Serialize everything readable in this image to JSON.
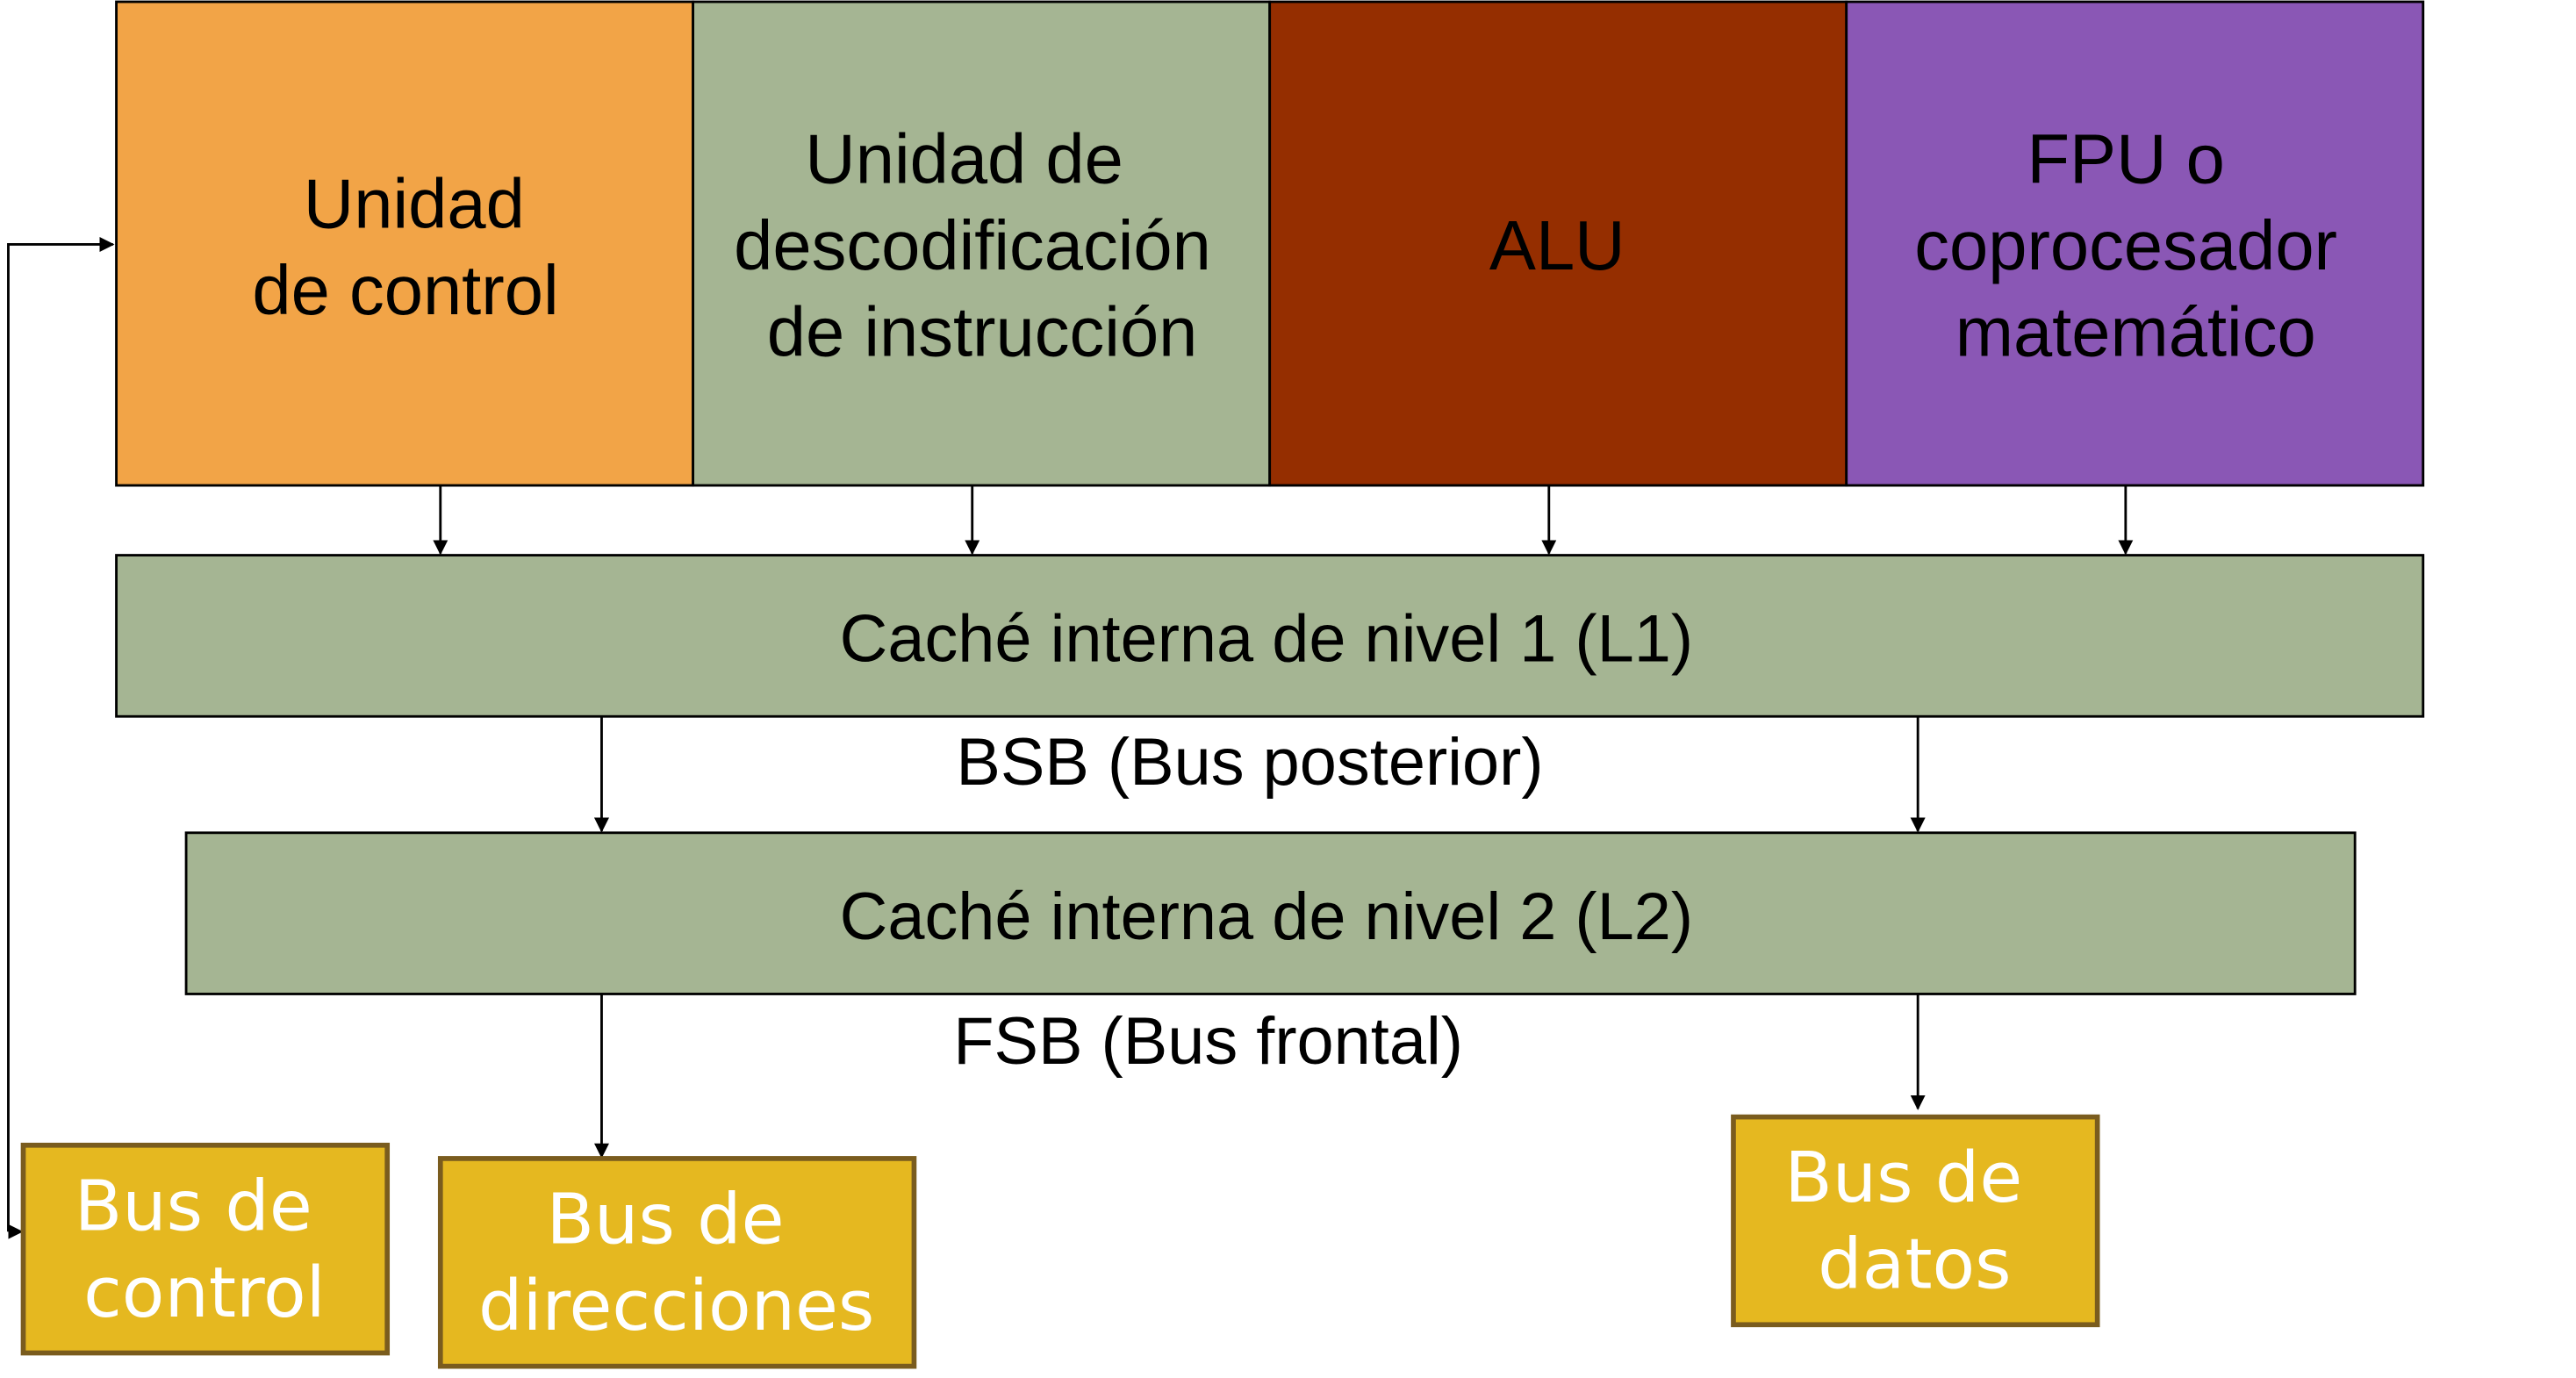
{
  "colors": {
    "control_unit": "#F2A447",
    "decode_unit": "#A5B593",
    "alu": "#952E00",
    "fpu": "#8A57B5",
    "cache": "#A5B593",
    "bus_box": "#E5B820",
    "bus_border": "#7A5C1E",
    "bus_text": "#FFFFFF",
    "line": "#000000"
  },
  "top_units": [
    {
      "lines": [
        "Unidad",
        "de control"
      ]
    },
    {
      "lines": [
        "Unidad de",
        "descodificación",
        "de instrucción"
      ]
    },
    {
      "lines": [
        "ALU"
      ]
    },
    {
      "lines": [
        "FPU o",
        "coprocesador",
        "matemático"
      ]
    }
  ],
  "cache_l1": "Caché interna de nivel 1 (L1)",
  "bsb_label": "BSB (Bus posterior)",
  "cache_l2": "Caché interna de nivel 2 (L2)",
  "fsb_label": "FSB (Bus frontal)",
  "buses": {
    "control": [
      "Bus de",
      "control"
    ],
    "direcciones": [
      "Bus de",
      "direcciones"
    ],
    "datos": [
      "Bus de",
      "datos"
    ]
  }
}
